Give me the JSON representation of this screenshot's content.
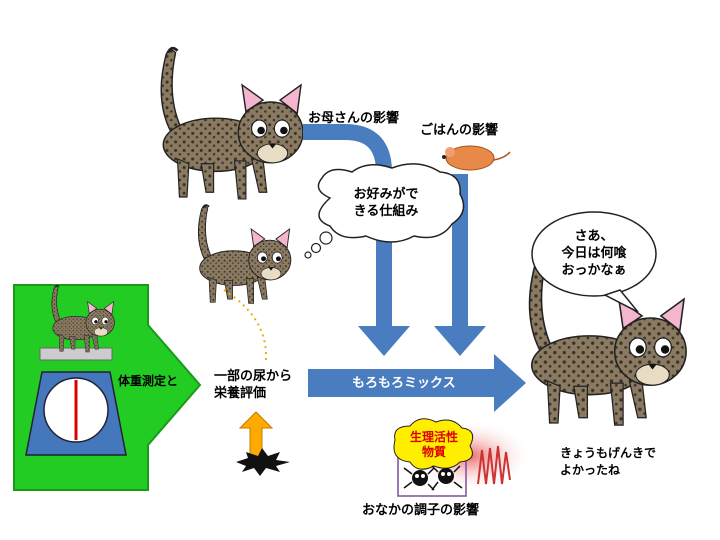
{
  "labels": {
    "mother_influence": "お母さんの影響",
    "food_influence": "ごはんの影響",
    "thought_line1": "お好みがで",
    "thought_line2": "きる仕組み",
    "speech_line1": "さあ、",
    "speech_line2": "今日は何喰",
    "speech_line3": "おっかなぁ",
    "weight_measure": "体重測定と",
    "urine_line1": "一部の尿から",
    "urine_line2": "栄養評価",
    "mix": "もろもろミックス",
    "bio_line1": "生理活性",
    "bio_line2": "物質",
    "gut_influence": "おなかの調子の影響",
    "result_line1": "きょうもげんきで",
    "result_line2": "よかったね"
  },
  "colors": {
    "arrow_blue": "#4a7cc0",
    "arrow_blue_dark": "#365f96",
    "scale_green": "#22cc22",
    "scale_dark_green": "#1a9a1a",
    "scale_body": "#4477bb",
    "cat_fur": "#8b7a62",
    "cat_spots": "#3b3226",
    "ear_pink": "#f4b6cf",
    "mouse_orange": "#e8894a",
    "bio_yellow": "#ffee00",
    "bio_red": "#dd0000",
    "ground_orange": "#ffaa00"
  },
  "icons": [
    "cat-large",
    "cat-small",
    "cat-on-scale",
    "cat-right",
    "mouse-icon",
    "bacteria-icon",
    "urine-splash-icon"
  ]
}
